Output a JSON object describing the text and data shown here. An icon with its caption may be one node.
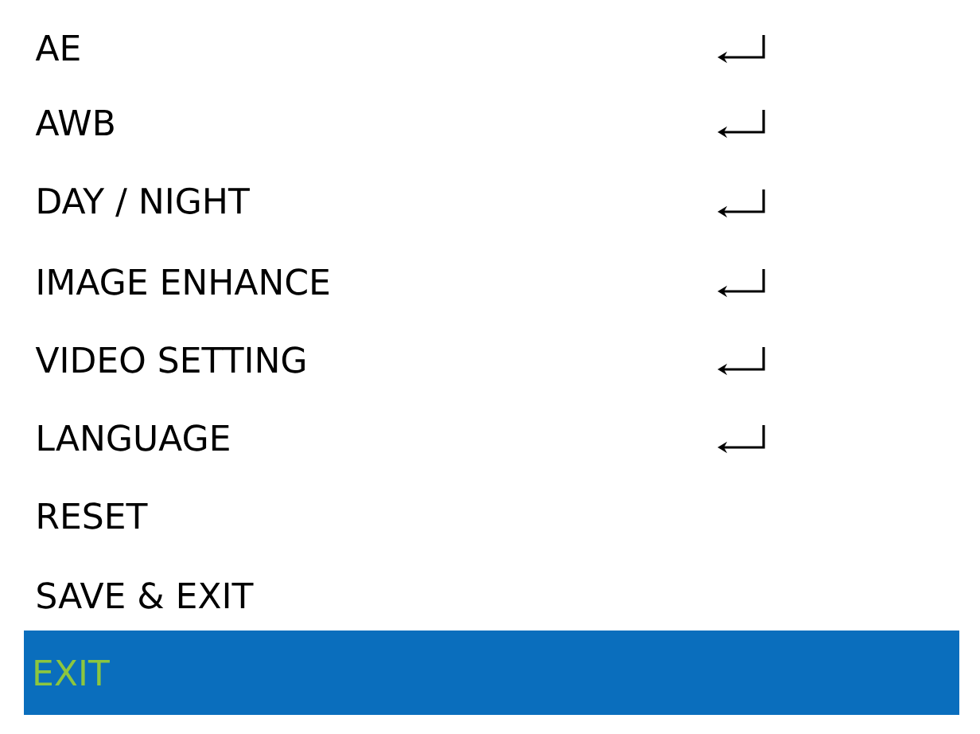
{
  "diagram": {
    "nodes": [
      {
        "text": [
          "EXIT"
        ]
      }
    ],
    "labels": [
      "AE",
      "AWB",
      "DAY / NIGHT",
      "IMAGE ENHANCE",
      "VIDEO SETTING",
      "LANGUAGE",
      "RESET",
      "SAVE & EXIT"
    ]
  }
}
